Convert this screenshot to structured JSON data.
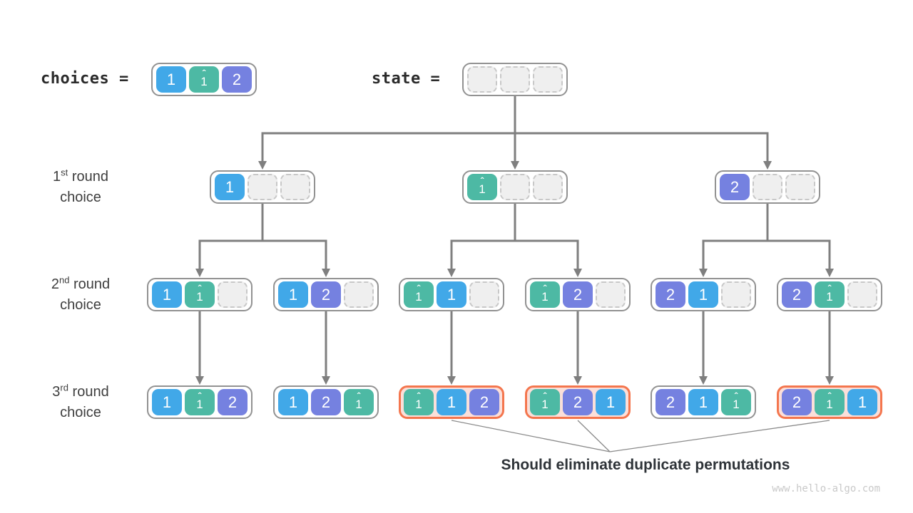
{
  "palette": {
    "blue": "#41a8e8",
    "teal": "#4db9a4",
    "purple": "#7581e0",
    "highlight_border": "#f4764e",
    "highlight_bg": "#fbdfd9",
    "empty_bg": "#efefef",
    "empty_border": "#c8c8c8",
    "wire": "#7f7f7f"
  },
  "header": {
    "choices_label": "choices =",
    "state_label": "state =",
    "choices_cells": [
      {
        "label": "1",
        "variant": "blue"
      },
      {
        "label": "1",
        "variant": "teal",
        "hat": true
      },
      {
        "label": "2",
        "variant": "purple"
      }
    ],
    "state_cells": [
      {
        "variant": "empty"
      },
      {
        "variant": "empty"
      },
      {
        "variant": "empty"
      }
    ]
  },
  "row_labels": [
    {
      "ordinal": "1",
      "suffix": "st",
      "rest": " round",
      "line2": "choice"
    },
    {
      "ordinal": "2",
      "suffix": "nd",
      "rest": " round",
      "line2": "choice"
    },
    {
      "ordinal": "3",
      "suffix": "rd",
      "rest": " round",
      "line2": "choice"
    }
  ],
  "tree": {
    "round1": [
      {
        "cells": [
          {
            "label": "1",
            "variant": "blue"
          },
          {
            "variant": "empty"
          },
          {
            "variant": "empty"
          }
        ]
      },
      {
        "cells": [
          {
            "label": "1",
            "variant": "teal",
            "hat": true
          },
          {
            "variant": "empty"
          },
          {
            "variant": "empty"
          }
        ]
      },
      {
        "cells": [
          {
            "label": "2",
            "variant": "purple"
          },
          {
            "variant": "empty"
          },
          {
            "variant": "empty"
          }
        ]
      }
    ],
    "round2": [
      {
        "cells": [
          {
            "label": "1",
            "variant": "blue"
          },
          {
            "label": "1",
            "variant": "teal",
            "hat": true
          },
          {
            "variant": "empty"
          }
        ]
      },
      {
        "cells": [
          {
            "label": "1",
            "variant": "blue"
          },
          {
            "label": "2",
            "variant": "purple"
          },
          {
            "variant": "empty"
          }
        ]
      },
      {
        "cells": [
          {
            "label": "1",
            "variant": "teal",
            "hat": true
          },
          {
            "label": "1",
            "variant": "blue"
          },
          {
            "variant": "empty"
          }
        ]
      },
      {
        "cells": [
          {
            "label": "1",
            "variant": "teal",
            "hat": true
          },
          {
            "label": "2",
            "variant": "purple"
          },
          {
            "variant": "empty"
          }
        ]
      },
      {
        "cells": [
          {
            "label": "2",
            "variant": "purple"
          },
          {
            "label": "1",
            "variant": "blue"
          },
          {
            "variant": "empty"
          }
        ]
      },
      {
        "cells": [
          {
            "label": "2",
            "variant": "purple"
          },
          {
            "label": "1",
            "variant": "teal",
            "hat": true
          },
          {
            "variant": "empty"
          }
        ]
      }
    ],
    "round3": [
      {
        "highlight": false,
        "cells": [
          {
            "label": "1",
            "variant": "blue"
          },
          {
            "label": "1",
            "variant": "teal",
            "hat": true
          },
          {
            "label": "2",
            "variant": "purple"
          }
        ]
      },
      {
        "highlight": false,
        "cells": [
          {
            "label": "1",
            "variant": "blue"
          },
          {
            "label": "2",
            "variant": "purple"
          },
          {
            "label": "1",
            "variant": "teal",
            "hat": true
          }
        ]
      },
      {
        "highlight": true,
        "cells": [
          {
            "label": "1",
            "variant": "teal",
            "hat": true
          },
          {
            "label": "1",
            "variant": "blue"
          },
          {
            "label": "2",
            "variant": "purple"
          }
        ]
      },
      {
        "highlight": true,
        "cells": [
          {
            "label": "1",
            "variant": "teal",
            "hat": true
          },
          {
            "label": "2",
            "variant": "purple"
          },
          {
            "label": "1",
            "variant": "blue"
          }
        ]
      },
      {
        "highlight": false,
        "cells": [
          {
            "label": "2",
            "variant": "purple"
          },
          {
            "label": "1",
            "variant": "blue"
          },
          {
            "label": "1",
            "variant": "teal",
            "hat": true
          }
        ]
      },
      {
        "highlight": true,
        "cells": [
          {
            "label": "2",
            "variant": "purple"
          },
          {
            "label": "1",
            "variant": "teal",
            "hat": true
          },
          {
            "label": "1",
            "variant": "blue"
          }
        ]
      }
    ]
  },
  "caption": "Should eliminate duplicate permutations",
  "watermark": "www.hello-algo.com"
}
